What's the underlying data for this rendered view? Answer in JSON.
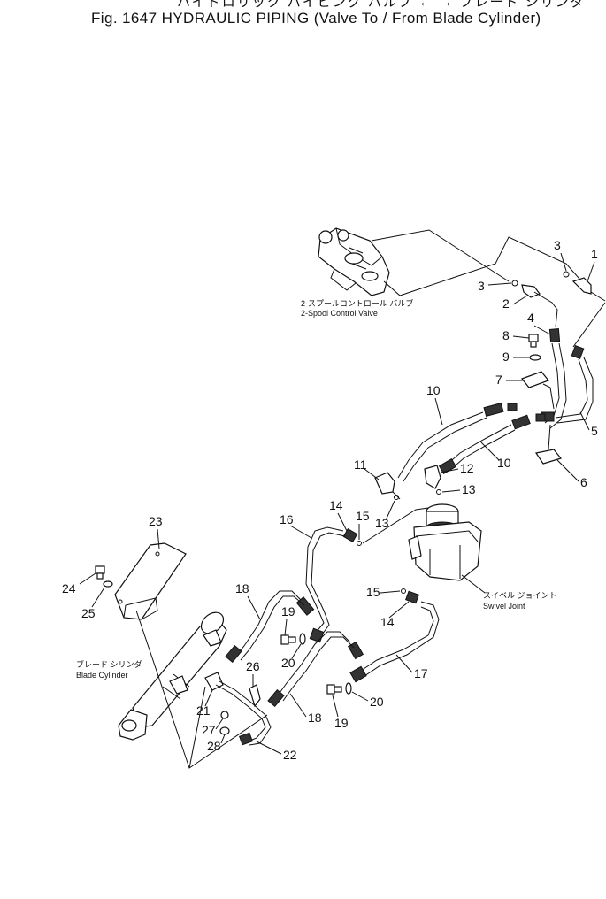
{
  "header": {
    "japanese_title": "ハイドロリック パイピング バルブ ← → ブレード シリンダ",
    "title": "Fig. 1647 HYDRAULIC PIPING (Valve To / From Blade Cylinder)"
  },
  "labels": {
    "control_valve_jp": "2-スプールコントロール バルブ",
    "control_valve_en": "2-Spool Control Valve",
    "swivel_joint_jp": "スイベル ジョイント",
    "swivel_joint_en": "Swivel Joint",
    "blade_cylinder_jp": "ブレード シリンダ",
    "blade_cylinder_en": "Blade Cylinder"
  },
  "callouts": [
    {
      "id": "c1",
      "text": "1"
    },
    {
      "id": "c2",
      "text": "2"
    },
    {
      "id": "c3a",
      "text": "3"
    },
    {
      "id": "c3b",
      "text": "3"
    },
    {
      "id": "c4",
      "text": "4"
    },
    {
      "id": "c5",
      "text": "5"
    },
    {
      "id": "c6",
      "text": "6"
    },
    {
      "id": "c7",
      "text": "7"
    },
    {
      "id": "c8",
      "text": "8"
    },
    {
      "id": "c9",
      "text": "9"
    },
    {
      "id": "c10a",
      "text": "10"
    },
    {
      "id": "c10b",
      "text": "10"
    },
    {
      "id": "c11",
      "text": "11"
    },
    {
      "id": "c12",
      "text": "12"
    },
    {
      "id": "c13a",
      "text": "13"
    },
    {
      "id": "c13b",
      "text": "13"
    },
    {
      "id": "c14a",
      "text": "14"
    },
    {
      "id": "c14b",
      "text": "14"
    },
    {
      "id": "c15a",
      "text": "15"
    },
    {
      "id": "c15b",
      "text": "15"
    },
    {
      "id": "c16",
      "text": "16"
    },
    {
      "id": "c17",
      "text": "17"
    },
    {
      "id": "c18a",
      "text": "18"
    },
    {
      "id": "c18b",
      "text": "18"
    },
    {
      "id": "c19a",
      "text": "19"
    },
    {
      "id": "c19b",
      "text": "19"
    },
    {
      "id": "c20a",
      "text": "20"
    },
    {
      "id": "c20b",
      "text": "20"
    },
    {
      "id": "c21",
      "text": "21"
    },
    {
      "id": "c22",
      "text": "22"
    },
    {
      "id": "c23",
      "text": "23"
    },
    {
      "id": "c24",
      "text": "24"
    },
    {
      "id": "c25",
      "text": "25"
    },
    {
      "id": "c26",
      "text": "26"
    },
    {
      "id": "c27",
      "text": "27"
    },
    {
      "id": "c28",
      "text": "28"
    }
  ]
}
